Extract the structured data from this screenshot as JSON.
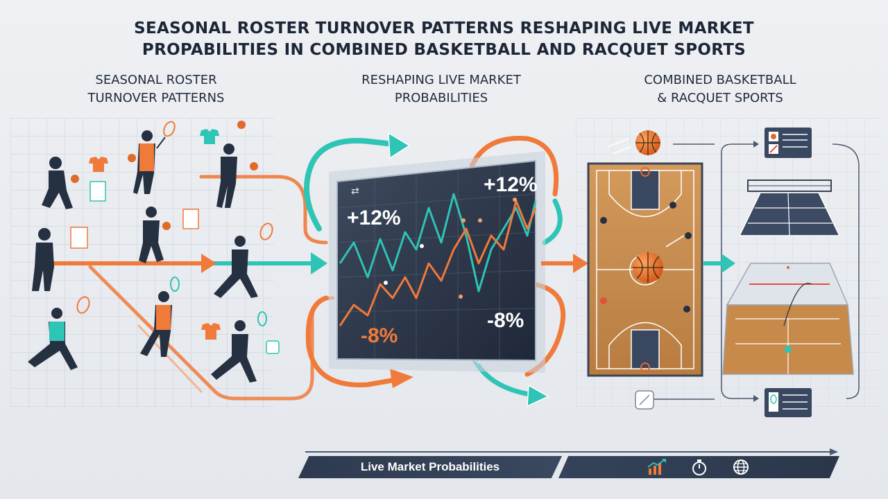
{
  "header": {
    "title_line1": "Seasonal Roster Turnover Patterns Reshaping Live Market",
    "title_line2": "Propabilities in Combined Basketball and Racquet Sports"
  },
  "columns": {
    "left": {
      "line1": "Seasonal Roster",
      "line2": "Turnover Patterns"
    },
    "middle": {
      "line1": "Reshaping Live Market",
      "line2": "Probabilities"
    },
    "right": {
      "line1": "Combined Basketball",
      "line2": "& Racquet Sports"
    }
  },
  "chart_panel": {
    "labels": {
      "up_left": "+12%",
      "up_right": "+12%",
      "down_left": "-8%",
      "down_right": "-8%"
    }
  },
  "footer": {
    "bar_label": "Live Market Probabilities",
    "icons": [
      "chart-icon",
      "stopwatch-icon",
      "globe-icon"
    ]
  },
  "colors": {
    "orange": "#f07a3a",
    "teal": "#2ec4b6",
    "navy": "#2b3648",
    "court_wood": "#c98f52"
  }
}
